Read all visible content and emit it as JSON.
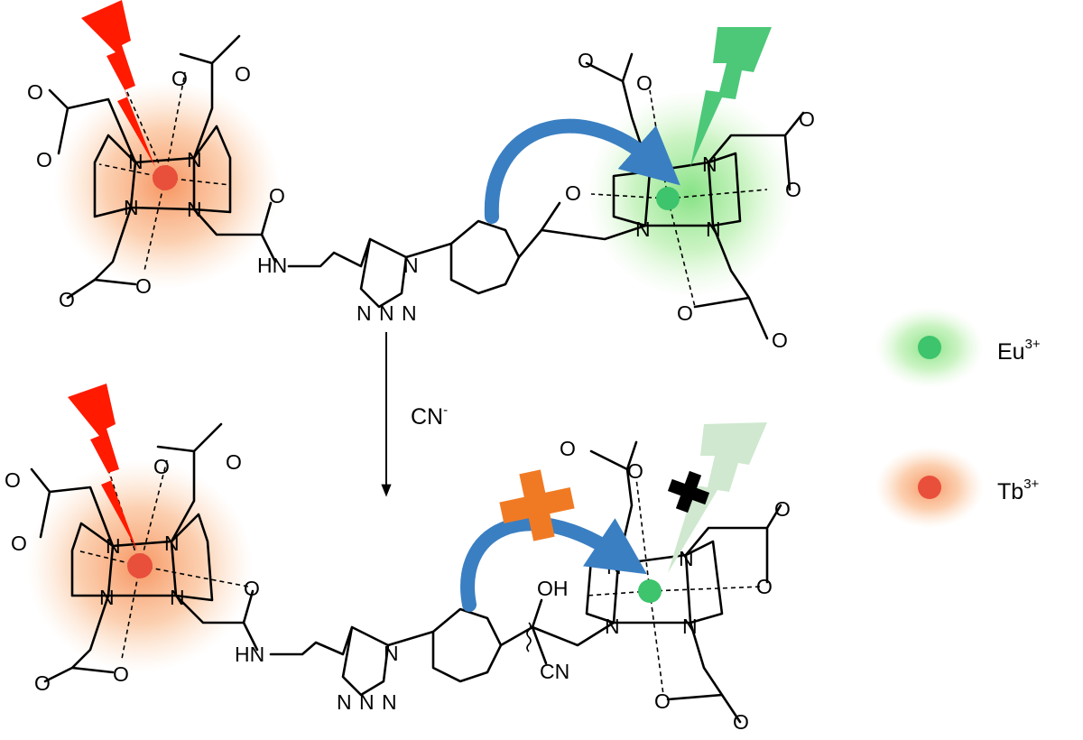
{
  "atoms": {
    "N": "N",
    "O": "O",
    "HN": "HN",
    "OH": "OH",
    "CN": "CN"
  },
  "reagent": {
    "base": "CN",
    "charge": "-"
  },
  "legend": [
    {
      "ion": "Eu",
      "charge": "3+",
      "color": "#3dc46c",
      "glow": "#8be79a"
    },
    {
      "ion": "Tb",
      "charge": "3+",
      "color": "#e8503c",
      "glow": "#f8a86e"
    }
  ],
  "colors": {
    "excitation": "#ff1a00",
    "emission": "#4cc878",
    "emission_quenched": "#cfe8cf",
    "energy_transfer": "#3a7fc2",
    "blocked": "#f07a24",
    "quench_mark": "#000000"
  },
  "icons": [
    "lightning-bolt-icon",
    "curved-arrow-icon",
    "cross-icon",
    "reaction-arrow-icon"
  ]
}
